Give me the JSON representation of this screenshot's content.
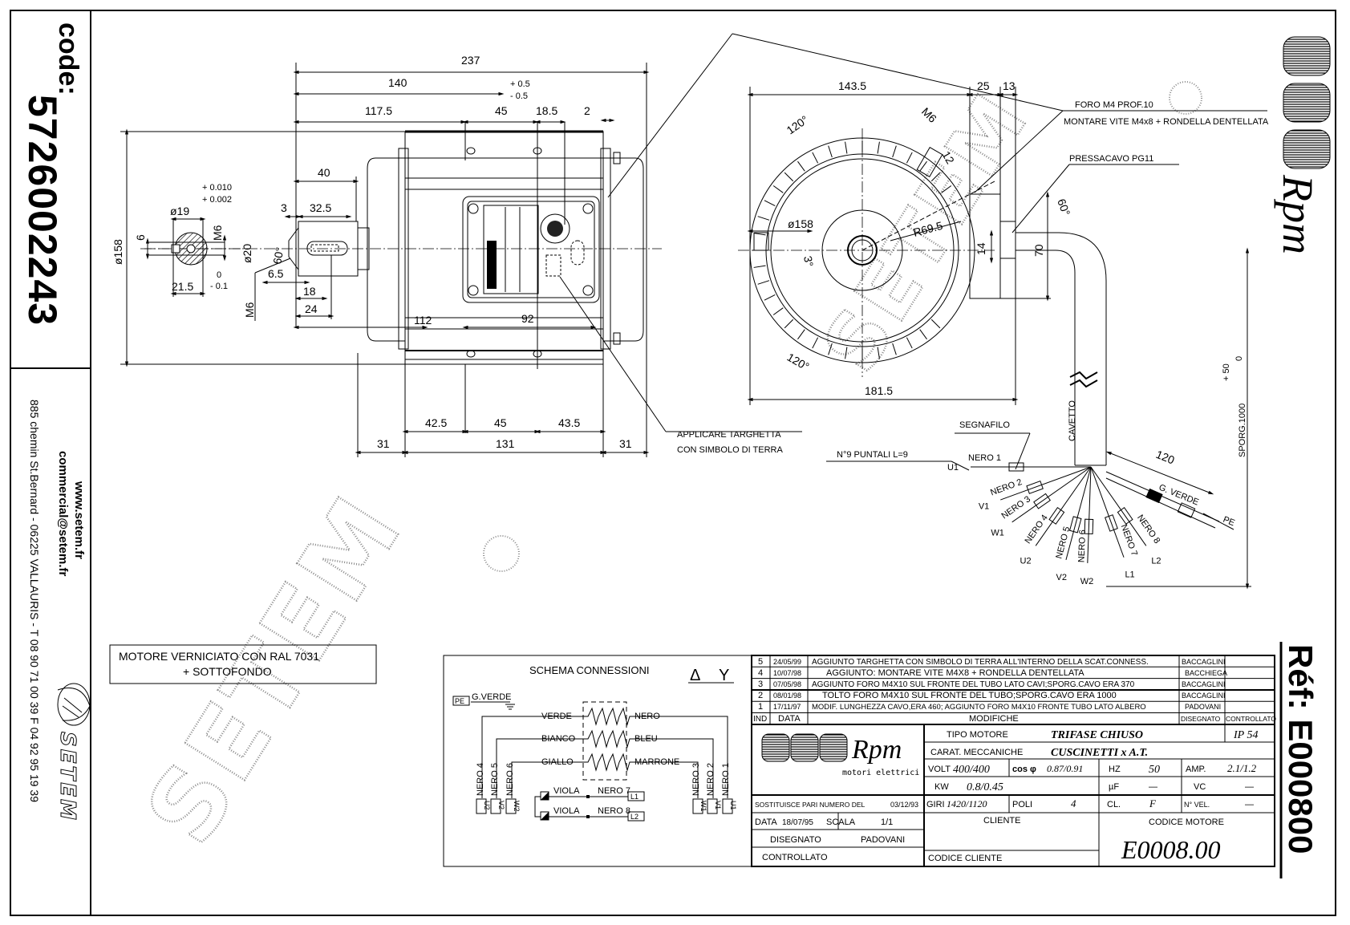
{
  "side_panel": {
    "code_label": "code:",
    "code": "5726002243",
    "website": "www.setem.fr",
    "email": "commercial@setem.fr",
    "address": "885 chemin St.Bernard - 06225 VALLAURIS - T 08 90 71 00 39  F 04 92 95 19 39",
    "brand": "SETEM"
  },
  "right_panel": {
    "logo": "Rpm",
    "ref": "Réf: E000800"
  },
  "watermark": "SETEM",
  "side_view": {
    "d237": "237",
    "d140": "140",
    "tol_plus": "+ 0.5",
    "tol_minus": "- 0.5",
    "d117_5": "117.5",
    "d45": "45",
    "d18_5": "18.5",
    "d2": "2",
    "d40": "40",
    "d3": "3",
    "d32_5": "32.5",
    "d20": "ø20",
    "a60": "60°",
    "d6_5": "6.5",
    "d18": "18",
    "d24": "24",
    "m6": "M6",
    "d112": "112",
    "d92": "92",
    "d42_5": "42.5",
    "d45b": "45",
    "d43_5": "43.5",
    "d31a": "31",
    "d131": "131",
    "d31b": "31",
    "d158": "ø158",
    "note_line1": "APPLICARE TARGHETTA",
    "note_line2": "CON SIMBOLO DI TERRA"
  },
  "key_section": {
    "d19": "ø19",
    "tol_plus1": "+ 0.010",
    "tol_plus2": "+ 0.002",
    "d6": "6",
    "m6": "M6",
    "d21_5": "21.5",
    "tol_zero": "0",
    "tol_minus": "- 0.1"
  },
  "front_view": {
    "d143_5": "143.5",
    "d25": "25",
    "d13": "13",
    "d181_5": "181.5",
    "a120_top": "120°",
    "a120_bottom": "120°",
    "m6": "M6",
    "d12": "12",
    "d158": "ø158",
    "a3": "3°",
    "r69_5": "R69.5",
    "d14": "14",
    "d70": "70",
    "a60": "60°",
    "foro": "FORO M4 PROF.10",
    "montare": "MONTARE VITE M4x8 + RONDELLA DENTELLATA",
    "pressacavo": "PRESSACAVO PG11"
  },
  "leads": {
    "cavetto": "CAVETTO",
    "sporg": "SPORG.1000",
    "sporg_tol_plus": "+ 50",
    "sporg_tol_zero": "0",
    "segnafilo": "SEGNAFILO",
    "puntali": "N°9 PUNTALI L=9",
    "d120": "120",
    "gverde": "G. VERDE",
    "pe": "PE",
    "wires": [
      {
        "label": "NERO 1",
        "term": "U1"
      },
      {
        "label": "NERO 2",
        "term": "V1"
      },
      {
        "label": "NERO 3",
        "term": "W1"
      },
      {
        "label": "NERO 4",
        "term": "U2"
      },
      {
        "label": "NERO 5",
        "term": "V2"
      },
      {
        "label": "NERO 6",
        "term": "W2"
      },
      {
        "label": "NERO 7",
        "term": "L1"
      },
      {
        "label": "NERO 8",
        "term": "L2"
      }
    ]
  },
  "paint_note": {
    "line1": "MOTORE VERNICIATO CON RAL 7031",
    "line2": "+ SOTTOFONDO"
  },
  "schema": {
    "title": "SCHEMA CONNESSIONI",
    "delta": "Δ",
    "star": "Y",
    "pe": "PE",
    "gverde": "G.VERDE",
    "left_colors": [
      "VERDE",
      "BIANCO",
      "GIALLO"
    ],
    "right_colors": [
      "NERO",
      "BLEU",
      "MARRONE"
    ],
    "left_leads": [
      {
        "label": "NERO 4",
        "term": "U2"
      },
      {
        "label": "NERO 5",
        "term": "V2"
      },
      {
        "label": "NERO 6",
        "term": "W2"
      }
    ],
    "right_leads": [
      {
        "label": "NERO 3",
        "term": "W1"
      },
      {
        "label": "NERO 2",
        "term": "V1"
      },
      {
        "label": "NERO 1",
        "term": "U1"
      }
    ],
    "thermal": [
      {
        "viola": "VIOLA",
        "nero": "NERO 7",
        "term": "L1"
      },
      {
        "viola": "VIOLA",
        "nero": "NERO 8",
        "term": "L2"
      }
    ]
  },
  "revisions": {
    "rows": [
      {
        "ind": "5",
        "date": "24/05/99",
        "text": "AGGIUNTO TARGHETTA CON SIMBOLO DI TERRA ALL'INTERNO DELLA SCAT.CONNESS.",
        "drawn": "BACCAGLINI"
      },
      {
        "ind": "4",
        "date": "10/07/98",
        "text": "AGGIUNTO: MONTARE VITE M4X8 + RONDELLA DENTELLATA",
        "drawn": "BACCHIEGA"
      },
      {
        "ind": "3",
        "date": "07/05/98",
        "text": "AGGIUNTO FORO M4X10 SUL FRONTE DEL TUBO LATO CAVI;SPORG.CAVO ERA 370",
        "drawn": "BACCAGLINI"
      },
      {
        "ind": "2",
        "date": "08/01/98",
        "text": "TOLTO FORO M4X10 SUL FRONTE DEL TUBO;SPORG.CAVO ERA 1000",
        "drawn": "BACCAGLINI"
      },
      {
        "ind": "1",
        "date": "17/11/97",
        "text": "MODIF. LUNGHEZZA CAVO,ERA 460; AGGIUNTO FORO M4X10 FRONTE TUBO LATO ALBERO",
        "drawn": "PADOVANI"
      }
    ],
    "header": {
      "ind": "IND",
      "date": "DATA",
      "text": "MODIFICHE",
      "drawn": "DISEGNATO",
      "checked": "CONTROLLATO"
    }
  },
  "title_block": {
    "logo": "Rpm",
    "logo_sub": "motori elettrici",
    "tipo_label": "TIPO MOTORE",
    "tipo": "TRIFASE CHIUSO",
    "ip": "IP 54",
    "carat_label": "CARAT. MECCANICHE",
    "carat": "CUSCINETTI x A.T.",
    "volt_label": "VOLT",
    "volt": "400/400",
    "cos_label": "cos φ",
    "cos": "0.87/0.91",
    "hz_label": "HZ",
    "hz": "50",
    "amp_label": "AMP.",
    "amp": "2.1/1.2",
    "kw_label": "KW",
    "kw": "0.8/0.45",
    "uf_label": "µF",
    "uf": "—",
    "vc_label": "VC",
    "vc": "—",
    "sost_label": "SOSTITUISCE PARI NUMERO DEL",
    "sost": "03/12/93",
    "giri_label": "GIRI",
    "giri": "1420/1120",
    "poli_label": "POLI",
    "poli": "4",
    "cl_label": "CL.",
    "cl": "F",
    "nvel_label": "N° VEL.",
    "nvel": "—",
    "data_label": "DATA",
    "data": "18/07/95",
    "scala_label": "SCALA",
    "scala": "1/1",
    "disegnato_label": "DISEGNATO",
    "disegnato": "PADOVANI",
    "controllato_label": "CONTROLLATO",
    "cliente_label": "CLIENTE",
    "codice_cliente_label": "CODICE CLIENTE",
    "codice_motore_label": "CODICE MOTORE",
    "codice_motore": "E0008.00"
  }
}
